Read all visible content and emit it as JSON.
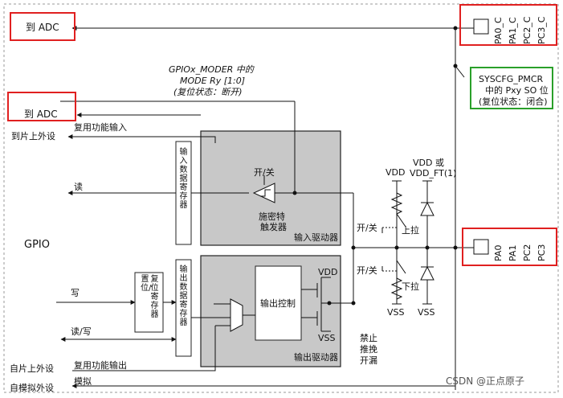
{
  "labels": {
    "to_adc_1": "到 ADC",
    "to_adc_2": "到 ADC",
    "pins_c": [
      "PA0_C",
      "PA1_C",
      "PC2_C",
      "PC3_C"
    ],
    "pins": [
      "PA0",
      "PA1",
      "PC2",
      "PC3"
    ],
    "syscfg": [
      "SYSCFG_PMCR",
      "中的 Pxy SO 位",
      "(复位状态：闭合)"
    ],
    "moder": [
      "GPIOx_MODER 中的",
      "MODE Ry [1:0]",
      "(复位状态：断开)"
    ],
    "to_peripheral": "到片上外设",
    "alt_input": "复用功能输入",
    "read": "读",
    "gpio": "GPIO",
    "write": "写",
    "read_write": "读/写",
    "from_peripheral": "自片上外设",
    "alt_output": "复用功能输出",
    "analog": "模拟",
    "to_analog": "自模拟外设",
    "input_data_reg": "输入数据寄存器",
    "output_data_reg": "输出数据寄存器",
    "set_reset_1": "置位/",
    "set_reset_2": "复位寄存器",
    "on_off": "开/关",
    "schmitt": [
      "施密特",
      "触发器"
    ],
    "input_driver": "输入驱动器",
    "output_control": "输出控制",
    "output_driver": "输出驱动器",
    "vdd": "VDD",
    "vss": "VSS",
    "vdd_or": "VDD 或",
    "vdd_ft": "VDD_FT(1)",
    "pull_up": "上拉",
    "pull_down": "下拉",
    "disable": [
      "禁止",
      "推挽",
      "开漏"
    ],
    "watermark": "CSDN @正点原子"
  }
}
